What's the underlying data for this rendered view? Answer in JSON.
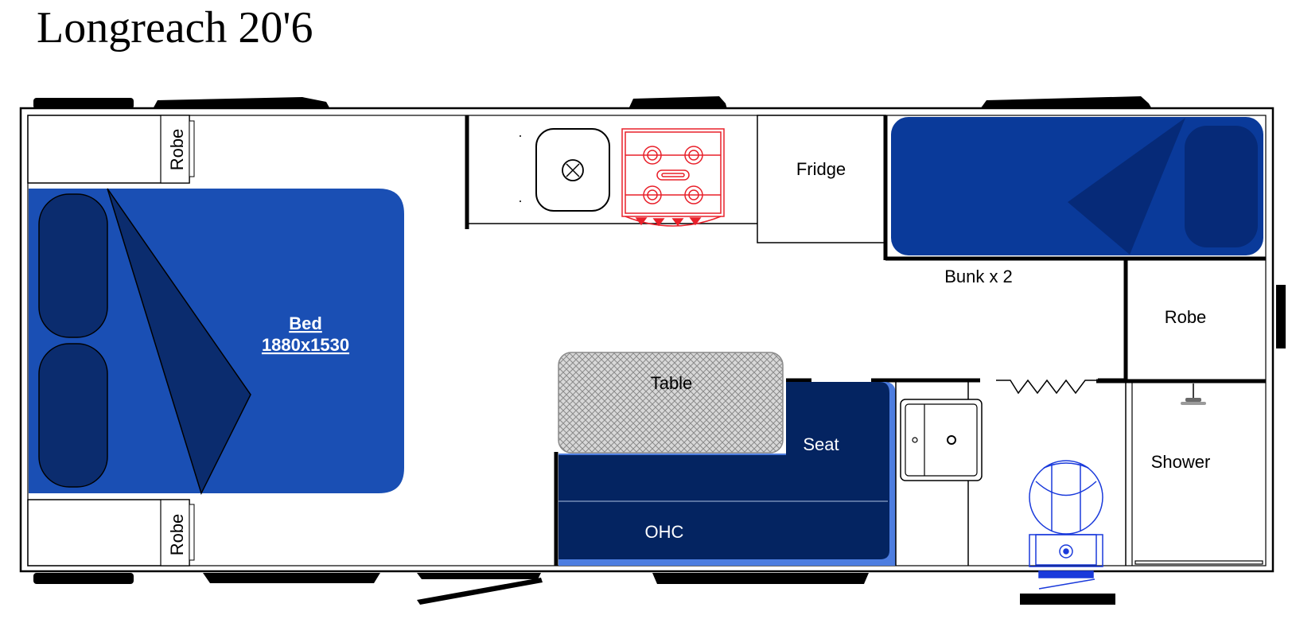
{
  "title": "Longreach 20'6",
  "labels": {
    "robe_top_left": "Robe",
    "robe_bottom_left": "Robe",
    "bed_name": "Bed",
    "bed_size": "1880x1530",
    "fridge": "Fridge",
    "bunk": "Bunk x 2",
    "robe_right": "Robe",
    "table": "Table",
    "seat": "Seat",
    "ohc": "OHC",
    "shower": "Shower"
  },
  "colors": {
    "bed_blue": "#1a4fb4",
    "pillow_dark": "#0b2c6e",
    "bunk_blue": "#0a3a9a",
    "seat_navy": "#042461",
    "ohc_highlight": "#4d7de0",
    "cooktop_red": "#e8202a",
    "toilet_blue": "#1a3adb",
    "wall": "#000000"
  },
  "icons": {
    "sink": "sink-icon",
    "cooktop": "cooktop-icon",
    "toilet": "toilet-icon",
    "vanity": "vanity-icon",
    "shower_head": "shower-head-icon"
  }
}
